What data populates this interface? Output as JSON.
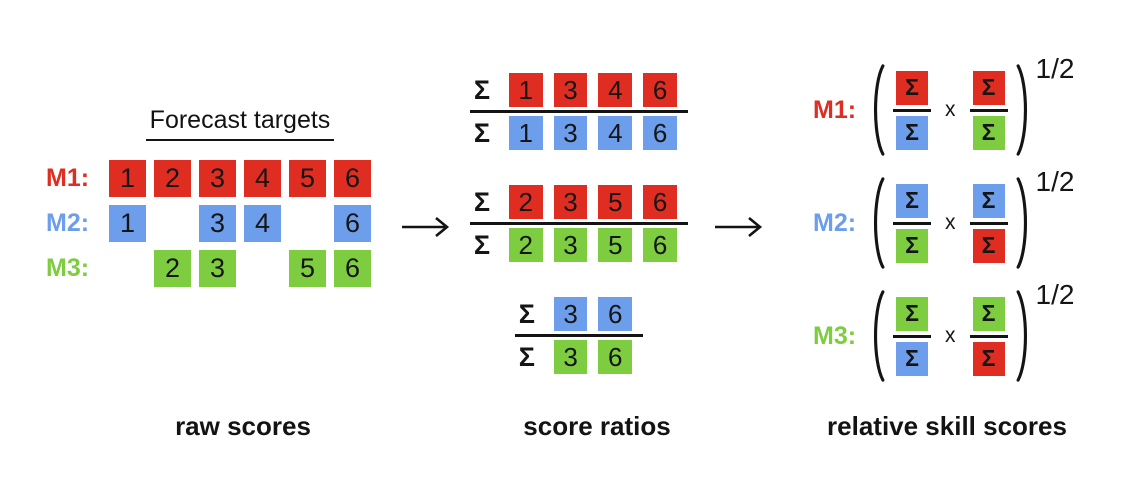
{
  "colors": {
    "red": "#e02d22",
    "blue": "#6d9eeb",
    "green": "#7ecc3f",
    "ink": "#121212",
    "bg": "#ffffff"
  },
  "left_panel": {
    "title": "Forecast targets",
    "caption": "raw scores",
    "rows": [
      {
        "label": "M1:",
        "color": "red",
        "cells": [
          "1",
          "2",
          "3",
          "4",
          "5",
          "6"
        ]
      },
      {
        "label": "M2:",
        "color": "blue",
        "cells": [
          "1",
          "",
          "3",
          "4",
          "",
          "6"
        ]
      },
      {
        "label": "M3:",
        "color": "green",
        "cells": [
          "",
          "2",
          "3",
          "",
          "5",
          "6"
        ]
      }
    ]
  },
  "middle_panel": {
    "caption": "score ratios",
    "sigma": "Σ",
    "ratios": [
      {
        "num_color": "red",
        "den_color": "blue",
        "num_values": [
          "1",
          "3",
          "4",
          "6"
        ],
        "den_values": [
          "1",
          "3",
          "4",
          "6"
        ]
      },
      {
        "num_color": "red",
        "den_color": "green",
        "num_values": [
          "2",
          "3",
          "5",
          "6"
        ],
        "den_values": [
          "2",
          "3",
          "5",
          "6"
        ]
      },
      {
        "num_color": "blue",
        "den_color": "green",
        "num_values": [
          "3",
          "6"
        ],
        "den_values": [
          "3",
          "6"
        ]
      }
    ]
  },
  "right_panel": {
    "caption": "relative skill scores",
    "sigma": "Σ",
    "multiply": "x",
    "exponent": "1/2",
    "formulas": [
      {
        "label": "M1:",
        "color": "red",
        "fractions": [
          {
            "num": "red",
            "den": "blue"
          },
          {
            "num": "red",
            "den": "green"
          }
        ]
      },
      {
        "label": "M2:",
        "color": "blue",
        "fractions": [
          {
            "num": "blue",
            "den": "green"
          },
          {
            "num": "blue",
            "den": "red"
          }
        ]
      },
      {
        "label": "M3:",
        "color": "green",
        "fractions": [
          {
            "num": "green",
            "den": "blue"
          },
          {
            "num": "green",
            "den": "red"
          }
        ]
      }
    ]
  },
  "icons": {
    "arrow_right": "⟶"
  }
}
